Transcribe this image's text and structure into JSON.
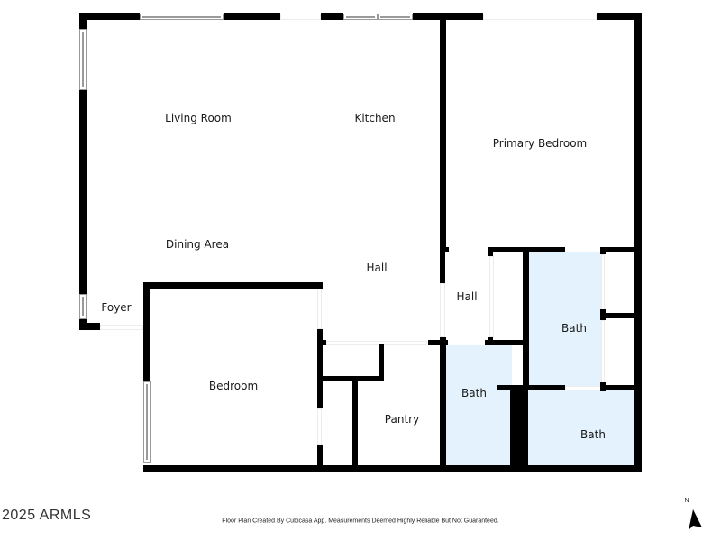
{
  "rooms": {
    "living_room": "Living Room",
    "kitchen": "Kitchen",
    "primary_bedroom": "Primary Bedroom",
    "dining_area": "Dining Area",
    "hall_main": "Hall",
    "hall_small": "Hall",
    "foyer": "Foyer",
    "bedroom": "Bedroom",
    "pantry": "Pantry",
    "bath_upper": "Bath",
    "bath_lower_left": "Bath",
    "bath_lower_right": "Bath"
  },
  "footer": {
    "copyright": "2025 ARMLS",
    "disclaimer": "Floor Plan Created By Cubicasa App. Measurements Deemed Highly Reliable But Not Guaranteed.",
    "north_label": "N"
  },
  "icons": {
    "north_arrow": "north-arrow-icon"
  },
  "colors": {
    "wall": "#000000",
    "bath_fill": "#e3f2fc",
    "window_frame": "#9a9a9a"
  }
}
